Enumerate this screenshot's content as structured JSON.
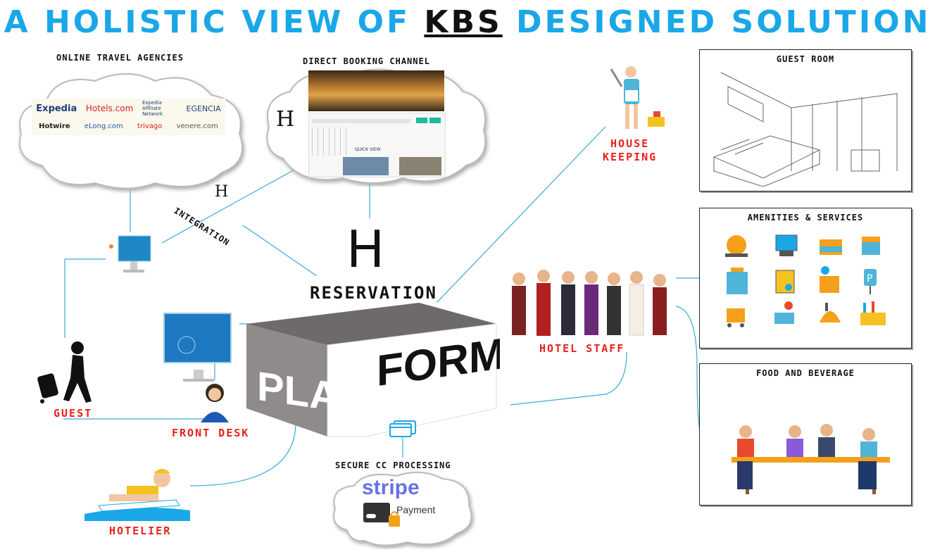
{
  "title": {
    "part1": "A HOLISTIC VIEW OF ",
    "kbs": "KBS",
    "part2": " DESIGNED SOLUTION"
  },
  "ota": {
    "label": "ONLINE TRAVEL AGENCIES",
    "logos_row1": [
      "Expedia",
      "Hotels.com",
      "Expedia Affiliate Network",
      "EGENCIA"
    ],
    "logos_row2": [
      "Hotwire",
      "eLong.com",
      "trivago",
      "venere.com"
    ]
  },
  "direct": {
    "label": "DIRECT BOOKING CHANNEL",
    "quick_view": "QUICK VIEW"
  },
  "integration": {
    "label": "INTEGRATION"
  },
  "reservation": {
    "label": "RESERVATION"
  },
  "platform": {
    "left": "PLAT",
    "right": "FORM"
  },
  "nodes": {
    "housekeeping": [
      "HOUSE",
      "KEEPING"
    ],
    "hotel_staff": "HOTEL STAFF",
    "guest": "GUEST",
    "front_desk": "FRONT DESK",
    "hotelier": "HOTELIER",
    "secure_cc": "SECURE CC PROCESSING"
  },
  "stripe": {
    "brand": "stripe",
    "payment": "Payment"
  },
  "panels": {
    "guest_room": "GUEST ROOM",
    "amenities": "AMENITIES & SERVICES",
    "food": "FOOD AND BEVERAGE"
  },
  "amenity_icons": [
    "bell-icon",
    "tv-bed-icon",
    "double-bed-icon",
    "single-bed-icon",
    "hotel-building-icon",
    "safe-icon",
    "spa-icon",
    "parking-icon",
    "luggage-cart-icon",
    "reception-icon",
    "room-service-icon",
    "bar-icon"
  ],
  "colors": {
    "accent": "#1aa7e8",
    "red": "#e8201a",
    "line": "#3aa8d8",
    "box_front": "#8f8b8b",
    "box_top": "#6e6a6a"
  }
}
